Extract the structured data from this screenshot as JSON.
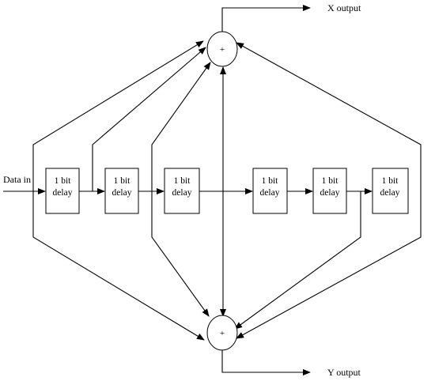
{
  "labels": {
    "input": "Data in",
    "x_output": "X output",
    "y_output": "Y output"
  },
  "adders": {
    "x_symbol": "+",
    "y_symbol": "+"
  },
  "delays": [
    {
      "line1": "1 bit",
      "line2": "delay"
    },
    {
      "line1": "1 bit",
      "line2": "delay"
    },
    {
      "line1": "1 bit",
      "line2": "delay"
    },
    {
      "line1": "1 bit",
      "line2": "delay"
    },
    {
      "line1": "1 bit",
      "line2": "delay"
    },
    {
      "line1": "1 bit",
      "line2": "delay"
    }
  ]
}
